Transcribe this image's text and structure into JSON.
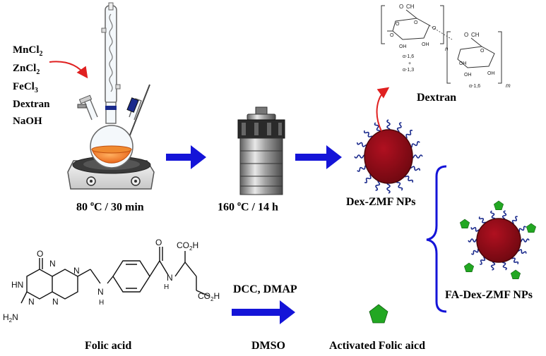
{
  "reagents": {
    "mncl2": {
      "base": "MnCl",
      "sub": "2"
    },
    "zncl2": {
      "base": "ZnCl",
      "sub": "2"
    },
    "fecl3": {
      "base": "FeCl",
      "sub": "3"
    },
    "dextran": "Dextran",
    "naoh": "NaOH"
  },
  "steps": {
    "reflux": {
      "temp": "80",
      "deg": "o",
      "rest": "C / 30 min"
    },
    "autoclave": {
      "temp": "160",
      "deg": "o",
      "rest": "C / 14 h"
    }
  },
  "labels": {
    "dex_zmf": "Dex-ZMF NPs",
    "dextran_title": "Dextran",
    "fa_dex_zmf": "FA-Dex-ZMF NPs",
    "folic_acid": "Folic acid",
    "activated": "Activated Folic aicd",
    "coupling_top": "DCC, DMAP",
    "coupling_bottom": "DMSO"
  },
  "dextran_structure": {
    "bond1": "α-1,6",
    "plus": "+",
    "bond2": "α-1,3",
    "bond3": "α-1,6",
    "n": "n",
    "m": "m",
    "o": "O",
    "ch2": "CH",
    "oh": "OH"
  },
  "folic_structure": {
    "o": "O",
    "hn": "HN",
    "n": "N",
    "h2n": "H",
    "nh": "H",
    "co2h_top": "CO",
    "co2h_right": "CO",
    "h": "H",
    "two": "2"
  },
  "colors": {
    "arrow_blue": "#1414d8",
    "red_arrow": "#e02020",
    "np_core": "#8b0a12",
    "coil_blue": "#1a2a8c",
    "pentagon_green": "#22a722",
    "flask_orange": "#f07820"
  }
}
